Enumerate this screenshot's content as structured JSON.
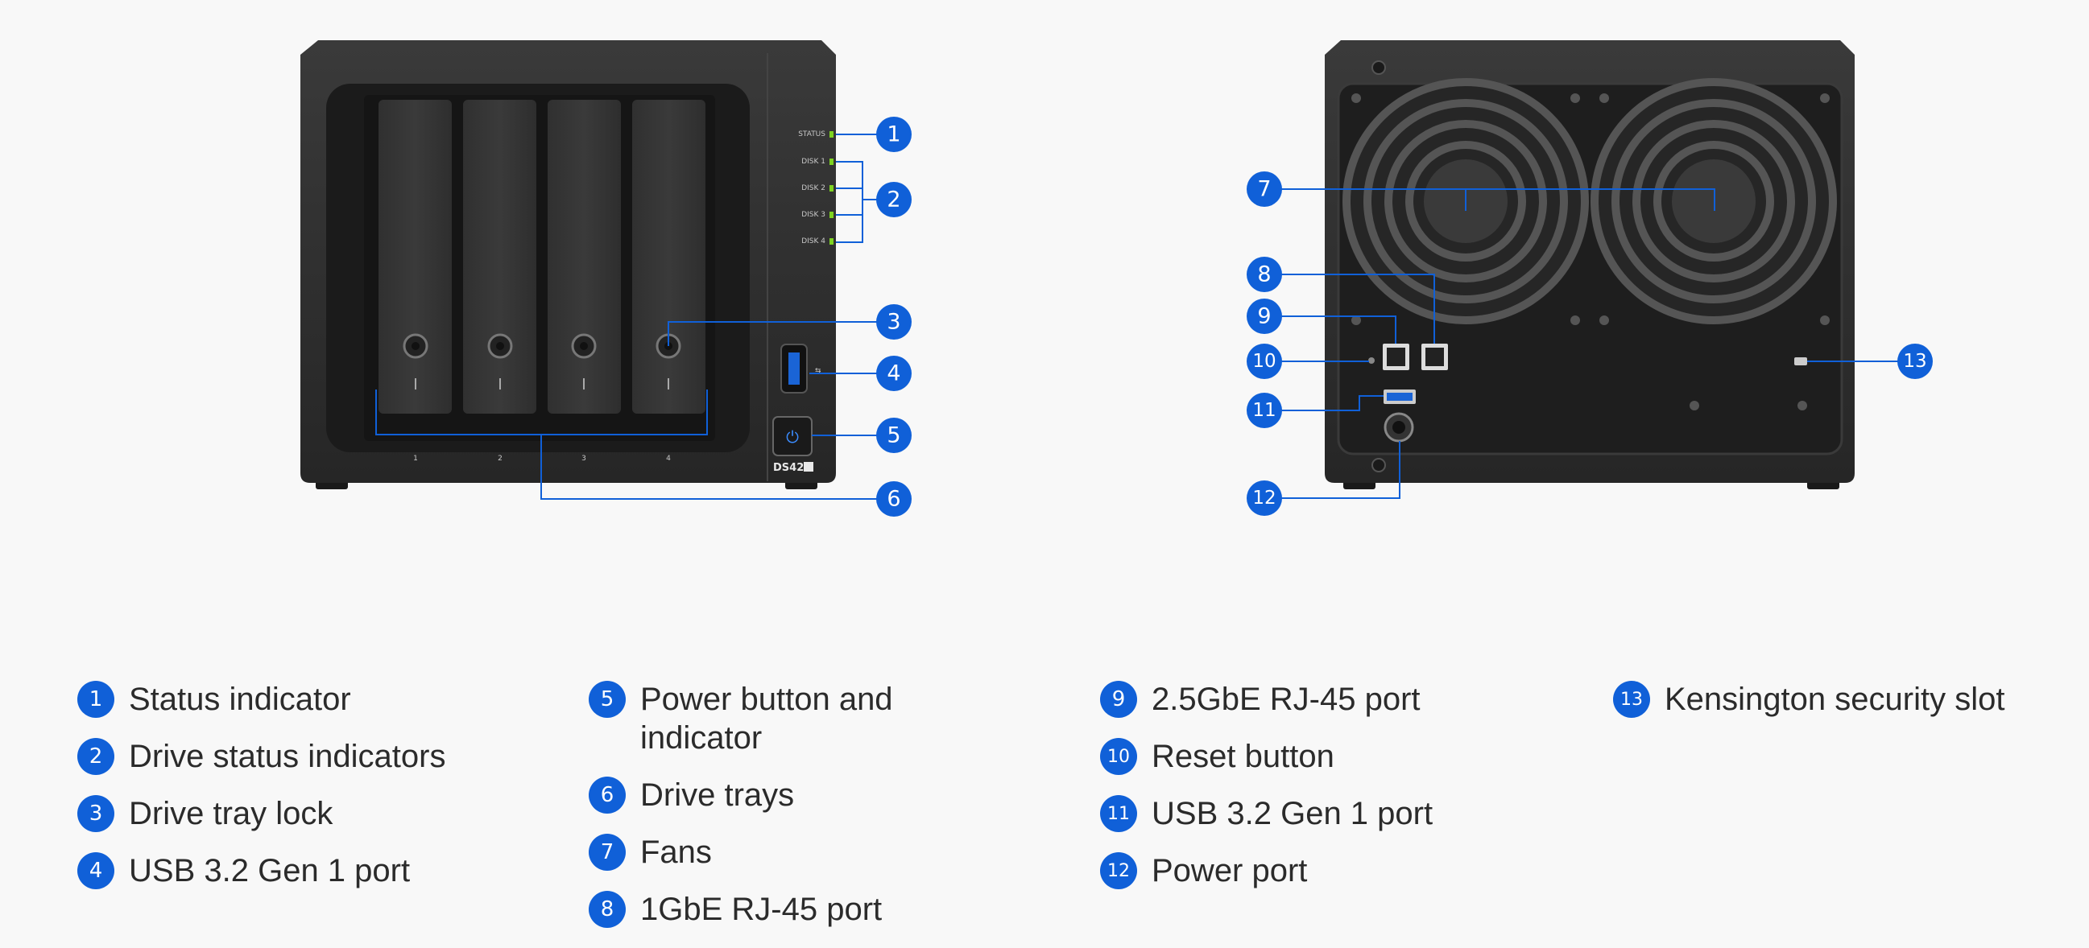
{
  "colors": {
    "accent": "#1060d8",
    "device": "#2a2a2a",
    "led": "#7ed321"
  },
  "front_panel": {
    "leds": [
      "STATUS",
      "DISK 1",
      "DISK 2",
      "DISK 3",
      "DISK 4"
    ],
    "tray_numbers": [
      "1",
      "2",
      "3",
      "4"
    ],
    "model": "DS425"
  },
  "callouts": {
    "c1": "1",
    "c2": "2",
    "c3": "3",
    "c4": "4",
    "c5": "5",
    "c6": "6",
    "c7": "7",
    "c8": "8",
    "c9": "9",
    "c10": "10",
    "c11": "11",
    "c12": "12",
    "c13": "13"
  },
  "legend": {
    "col1": [
      {
        "num": "1",
        "label": "Status indicator"
      },
      {
        "num": "2",
        "label": "Drive status indicators"
      },
      {
        "num": "3",
        "label": "Drive tray lock"
      },
      {
        "num": "4",
        "label": "USB 3.2 Gen 1 port"
      }
    ],
    "col2": [
      {
        "num": "5",
        "label": "Power button and indicator"
      },
      {
        "num": "6",
        "label": "Drive trays"
      },
      {
        "num": "7",
        "label": "Fans"
      },
      {
        "num": "8",
        "label": "1GbE RJ-45 port"
      }
    ],
    "col3": [
      {
        "num": "9",
        "label": "2.5GbE RJ-45 port"
      },
      {
        "num": "10",
        "label": "Reset button"
      },
      {
        "num": "11",
        "label": "USB 3.2 Gen 1 port"
      },
      {
        "num": "12",
        "label": "Power port"
      }
    ],
    "col4": [
      {
        "num": "13",
        "label": "Kensington security slot"
      }
    ]
  }
}
